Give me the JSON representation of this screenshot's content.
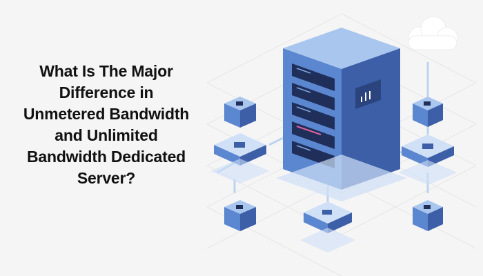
{
  "headline": {
    "lines": [
      "What Is The Major",
      "Difference in",
      "Unmetered Bandwidth",
      "and Unlimited",
      "Bandwidth Dedicated",
      "Server?"
    ]
  },
  "illustration": {
    "icons": [
      "server-rack-icon",
      "cloud-icon",
      "data-cube-icon",
      "network-node-icon"
    ],
    "colors": {
      "primary_blue": "#3d5fa8",
      "mid_blue": "#5b86d0",
      "light_blue": "#a9c6ee",
      "pale_blue": "#cfe0f7",
      "dark_navy": "#1f2f5a",
      "accent_pink": "#e0609a",
      "background": "#f5f5f5"
    }
  }
}
